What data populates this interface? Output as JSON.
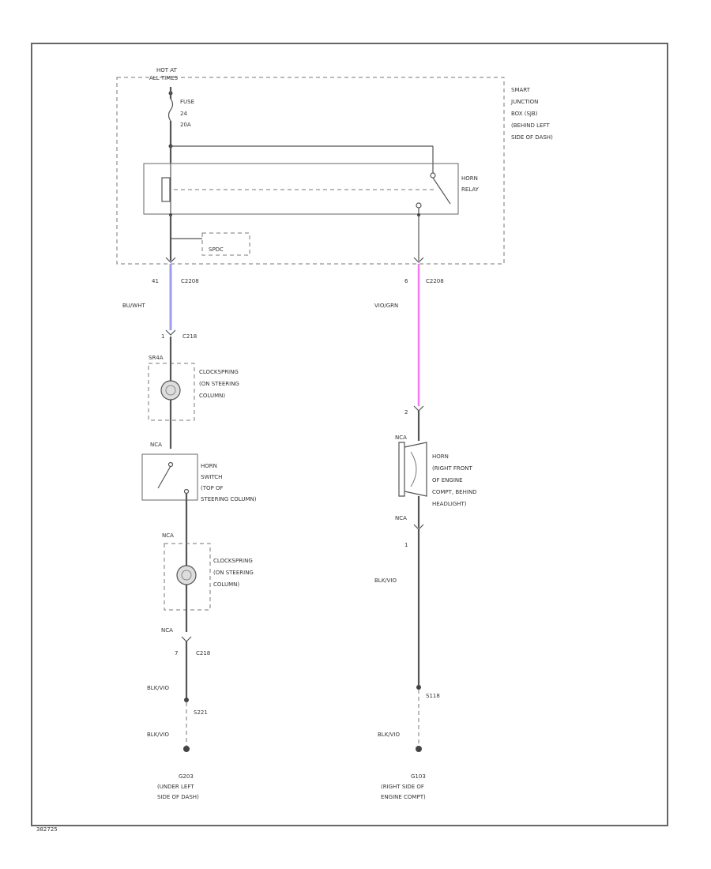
{
  "colors": {
    "bu_wht": "#9c9cf0",
    "vio_grn": "#f07cf0",
    "wire": "#555555"
  },
  "power": {
    "hot_at": "HOT AT",
    "hot_at_sub": "ALL TIMES"
  },
  "fuse": {
    "name": "FUSE",
    "num": "24",
    "rating": "20A"
  },
  "sjb_label": [
    "SMART",
    "JUNCTION",
    "BOX (SJB)",
    "(BEHIND LEFT",
    "SIDE OF DASH)"
  ],
  "horn_relay_label": [
    "HORN",
    "RELAY"
  ],
  "spdc_label": "SPDC",
  "left": {
    "c2208_pin": "41",
    "c2208": "C2208",
    "wire1_color": "BU/WHT",
    "c218_pin": "1",
    "c218": "C218",
    "clock1_conn": "SR4A",
    "clock1_label": [
      "CLOCKSPRING",
      "(ON STEERING",
      "COLUMN)"
    ],
    "switch_conn": "NCA",
    "switch_label": [
      "HORN",
      "SWITCH",
      "(TOP OF",
      "STEERING COLUMN)"
    ],
    "clock2_conn": "NCA",
    "clock2_label": [
      "CLOCKSPRING",
      "(ON STEERING",
      "COLUMN)"
    ],
    "c218b_conn": "NCA",
    "c218b_pin": "7",
    "c218b": "C218",
    "wire2_color": "BLK/VIO",
    "splice": "S221",
    "wire3_color": "BLK/VIO",
    "ground": "G203",
    "ground_label": [
      "(UNDER LEFT",
      "SIDE OF DASH)"
    ]
  },
  "right": {
    "c2208_pin": "6",
    "c2208": "C2208",
    "wire1_color": "VIO/GRN",
    "horn_pin": "2",
    "horn_conn": "NCA",
    "horn_label": [
      "HORN",
      "(RIGHT FRONT",
      "OF ENGINE",
      "COMPT, BEHIND",
      "HEADLIGHT)"
    ],
    "horn_conn2": "NCA",
    "horn_pin2": "1",
    "wire2_color": "BLK/VIO",
    "splice": "S118",
    "wire3_color": "BLK/VIO",
    "ground": "G103",
    "ground_label": [
      "(RIGHT SIDE OF",
      "ENGINE COMPT)"
    ]
  },
  "footer": "382725"
}
